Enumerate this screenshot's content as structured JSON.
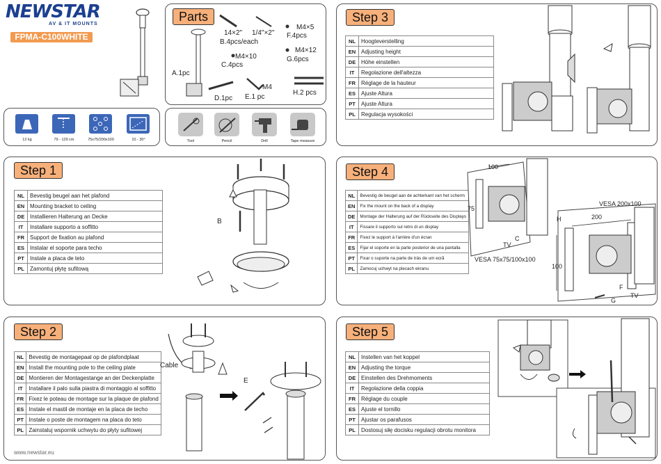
{
  "brand": {
    "name": "NEWSTAR",
    "tagline": "AV & IT MOUNTS",
    "model": "FPMA-C100WHITE",
    "website": "www.newstar.eu"
  },
  "specs": [
    {
      "icon": "weight-icon",
      "label": "12 kg"
    },
    {
      "icon": "height-range-icon",
      "label": "79 - 129 cm"
    },
    {
      "icon": "vesa-pattern-icon",
      "label": "75x75/200x100"
    },
    {
      "icon": "tilt-icon",
      "label": "10 - 30°"
    }
  ],
  "parts": {
    "title": "Parts",
    "items": [
      {
        "name": "A.1pc"
      },
      {
        "name": "14×2\"",
        "name2": "1/4\"×2\"",
        "sub": "B.4pcs/each"
      },
      {
        "name": "M4×5",
        "sub": "F.4pcs"
      },
      {
        "name": "M4×10",
        "sub": "C.4pcs"
      },
      {
        "name": "M4×12",
        "sub": "G.6pcs"
      },
      {
        "name": "D.1pc"
      },
      {
        "name": "M4",
        "sub": "E.1 pc"
      },
      {
        "name": "H.2 pcs"
      }
    ]
  },
  "tools": [
    {
      "icon": "tool-icon",
      "label": "Tool"
    },
    {
      "icon": "pencil-icon",
      "label": "Pencil"
    },
    {
      "icon": "drill-icon",
      "label": "Drill"
    },
    {
      "icon": "tape-measure-icon",
      "label": "Tape measure"
    }
  ],
  "steps": {
    "step1": {
      "title": "Step 1",
      "rows": [
        {
          "code": "NL",
          "text": "Bevestig beugel aan het plafond"
        },
        {
          "code": "EN",
          "text": "Mounting bracket to ceiling"
        },
        {
          "code": "DE",
          "text": "Installieren Halterung an Decke"
        },
        {
          "code": "IT",
          "text": "Installare supporto a soffitto"
        },
        {
          "code": "FR",
          "text": "Support de fixation au plafond"
        },
        {
          "code": "ES",
          "text": "Instalar el soporte para techo"
        },
        {
          "code": "PT",
          "text": "Instale a placa de teto"
        },
        {
          "code": "PL",
          "text": "Zamontuj płytę sufitową"
        }
      ],
      "callouts": {
        "b": "B"
      }
    },
    "step2": {
      "title": "Step 2",
      "rows": [
        {
          "code": "NL",
          "text": "Bevestig de montagepaal op de plafondplaat"
        },
        {
          "code": "EN",
          "text": "Install the mounting pole to the ceiling plate"
        },
        {
          "code": "DE",
          "text": "Montieren der Montagestange an der Deckenplatte"
        },
        {
          "code": "IT",
          "text": "Installare il palo sulla piastra di montaggio al soffitto"
        },
        {
          "code": "FR",
          "text": "Fixez le poteau de montage sur la plaque de plafond"
        },
        {
          "code": "ES",
          "text": "Instale el mastil de montaje en la placa de techo"
        },
        {
          "code": "PT",
          "text": "Instale o poste de montagem na placa do teto"
        },
        {
          "code": "PL",
          "text": "Zainstaluj wspornik uchwytu do płyty sufitowej"
        }
      ],
      "callouts": {
        "cable": "Cable",
        "e": "E"
      }
    },
    "step3": {
      "title": "Step 3",
      "rows": [
        {
          "code": "NL",
          "text": "Hoogteverstelling"
        },
        {
          "code": "EN",
          "text": "Adjusting height"
        },
        {
          "code": "DE",
          "text": "Höhe einstellen"
        },
        {
          "code": "IT",
          "text": "Regolazione dell'altezza"
        },
        {
          "code": "FR",
          "text": "Réglage de la hauteur"
        },
        {
          "code": "ES",
          "text": "Ajuste Altura"
        },
        {
          "code": "PT",
          "text": "Ajuste Altura"
        },
        {
          "code": "PL",
          "text": "Regulacja wysokości"
        }
      ]
    },
    "step4": {
      "title": "Step 4",
      "rows": [
        {
          "code": "NL",
          "text": "Bevestig de beugel aan de achterkant van het scherm"
        },
        {
          "code": "EN",
          "text": "Fix the mount on the back of a display"
        },
        {
          "code": "DE",
          "text": "Montage der Halterung auf der Rückseite des Displays"
        },
        {
          "code": "IT",
          "text": "Fissare il supporto sul retro di un display"
        },
        {
          "code": "FR",
          "text": "Fixez le support à l'arrière d'un écran"
        },
        {
          "code": "ES",
          "text": "Fijar el soporte en la parte posterior de una pantalla"
        },
        {
          "code": "PT",
          "text": "Fixar o suporte na parte de trás de um ecrã"
        },
        {
          "code": "PL",
          "text": "Zamocuj uchwyt na plecach ekranu"
        }
      ],
      "callouts": {
        "dim100": "100",
        "dim75": "75",
        "c": "C",
        "tv1": "TV",
        "vesa_small": "VESA 75x75/100x100",
        "vesa_large": "VESA 200x100",
        "h": "H",
        "dim200": "200",
        "dim100b": "100",
        "f": "F",
        "g": "G",
        "tv2": "TV"
      }
    },
    "step5": {
      "title": "Step 5",
      "rows": [
        {
          "code": "NL",
          "text": "Instellen van het koppel"
        },
        {
          "code": "EN",
          "text": "Adjusting the torque"
        },
        {
          "code": "DE",
          "text": "Einstellen des Drehmoments"
        },
        {
          "code": "IT",
          "text": "Regolazione della coppia"
        },
        {
          "code": "FR",
          "text": "Réglage du couple"
        },
        {
          "code": "ES",
          "text": "Ajuste el tornillo"
        },
        {
          "code": "PT",
          "text": "Ajustar os parafusos"
        },
        {
          "code": "PL",
          "text": "Dostosuj siłę docisku regulacji obrotu monitora"
        }
      ]
    }
  }
}
